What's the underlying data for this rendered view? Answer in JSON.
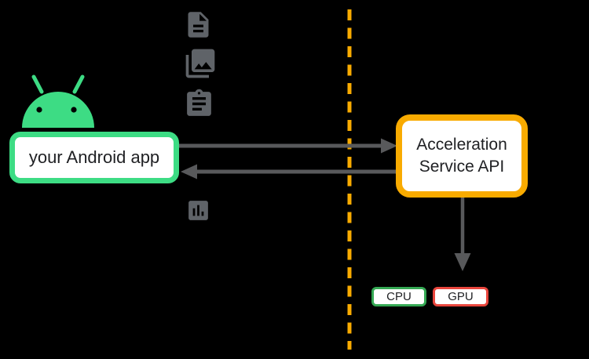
{
  "diagram": {
    "app_node": {
      "label": "your Android app"
    },
    "service_node": {
      "label": "Acceleration Service API"
    },
    "hardware_nodes": {
      "cpu": "CPU",
      "gpu": "GPU"
    },
    "icons": [
      {
        "name": "document-file-icon"
      },
      {
        "name": "photo-library-icon"
      },
      {
        "name": "clipboard-task-icon"
      },
      {
        "name": "bar-chart-icon"
      }
    ],
    "arrows": [
      {
        "name": "arrow-app-to-service",
        "direction": "right"
      },
      {
        "name": "arrow-service-to-app",
        "direction": "left"
      },
      {
        "name": "arrow-service-to-hardware",
        "direction": "down"
      }
    ],
    "boundary": {
      "style": "dashed-vertical-line"
    },
    "colors": {
      "android_green": "#3DDC84",
      "service_orange": "#F9AB00",
      "boundary_orange": "#F9AB00",
      "cpu_green": "#34A853",
      "gpu_red": "#E8453C",
      "icon_gray": "#5F6368",
      "arrow_gray": "#58595B",
      "node_fill": "#FFFFFF",
      "text_black": "#202124",
      "background": "#000000"
    }
  }
}
